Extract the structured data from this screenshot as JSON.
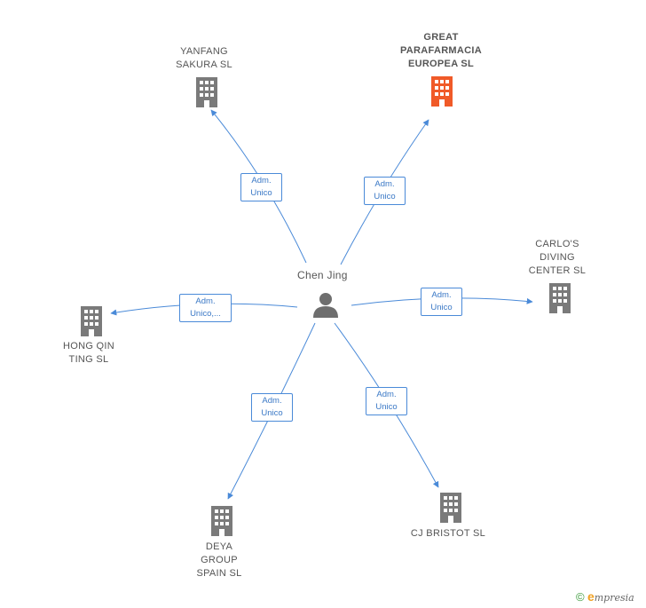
{
  "center": {
    "name": "Chen Jing",
    "icon": "person-icon"
  },
  "colors": {
    "edge": "#4a8ad8",
    "building": "#7a7a7a",
    "building_highlight": "#f05a28",
    "label": "#555555"
  },
  "companies": [
    {
      "id": "yanfang",
      "lines": [
        "YANFANG",
        "SAKURA SL"
      ],
      "role": [
        "Adm.",
        "Unico"
      ],
      "highlight": false
    },
    {
      "id": "great-parafarmacia",
      "lines": [
        "GREAT",
        "PARAFARMACIA",
        "EUROPEA SL"
      ],
      "role": [
        "Adm.",
        "Unico"
      ],
      "highlight": true
    },
    {
      "id": "carlos-diving",
      "lines": [
        "CARLO'S",
        "DIVING",
        "CENTER SL"
      ],
      "role": [
        "Adm.",
        "Unico"
      ],
      "highlight": false
    },
    {
      "id": "hong-qin",
      "lines": [
        "HONG QIN",
        "TING SL"
      ],
      "role": [
        "Adm.",
        "Unico,..."
      ],
      "highlight": false
    },
    {
      "id": "deya-group",
      "lines": [
        "DEYA",
        "GROUP",
        "SPAIN SL"
      ],
      "role": [
        "Adm.",
        "Unico"
      ],
      "highlight": false
    },
    {
      "id": "cj-bristot",
      "lines": [
        "CJ BRISTOT SL"
      ],
      "role": [
        "Adm.",
        "Unico"
      ],
      "highlight": false
    }
  ],
  "footer": {
    "copyright": "©",
    "brand_e": "e",
    "brand_rest": "mpresia"
  }
}
